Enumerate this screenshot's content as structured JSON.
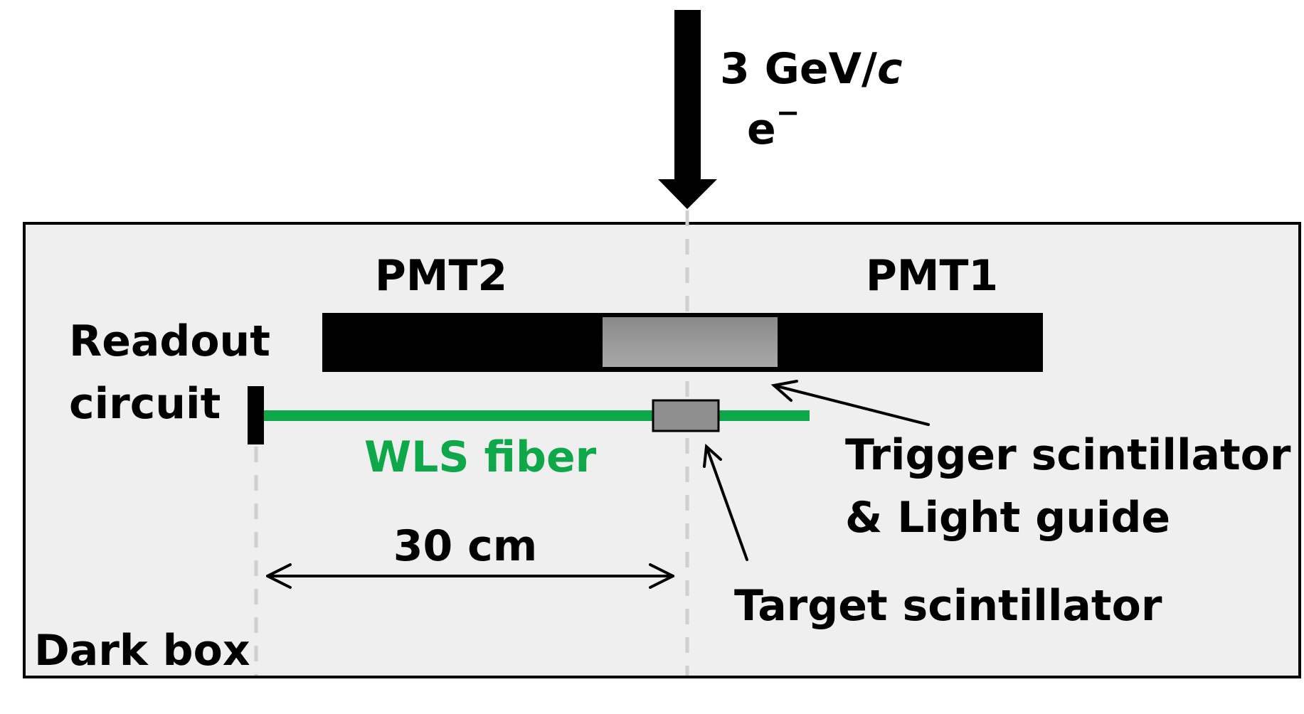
{
  "beam": {
    "momentum": "3 GeV/",
    "momentum_unit": "c",
    "particle": "e",
    "particle_charge": "−"
  },
  "labels": {
    "pmt2": "PMT2",
    "pmt1": "PMT1",
    "readout_line1": "Readout",
    "readout_line2": "circuit",
    "wls_fiber": "WLS fiber",
    "trigger_line1": "Trigger scintillator",
    "trigger_line2": "& Light guide",
    "distance": "30 cm",
    "target": "Target scintillator",
    "dark_box": "Dark box"
  },
  "colors": {
    "box_fill": "#efefef",
    "wls_fiber": "#0ea84a",
    "pmt_body": "#000000",
    "light_guide_top": "#8a8a8a",
    "light_guide_bottom": "#a8a8a8",
    "target_fill": "#8f8f8f",
    "dashed_line": "#cfcfcf"
  }
}
